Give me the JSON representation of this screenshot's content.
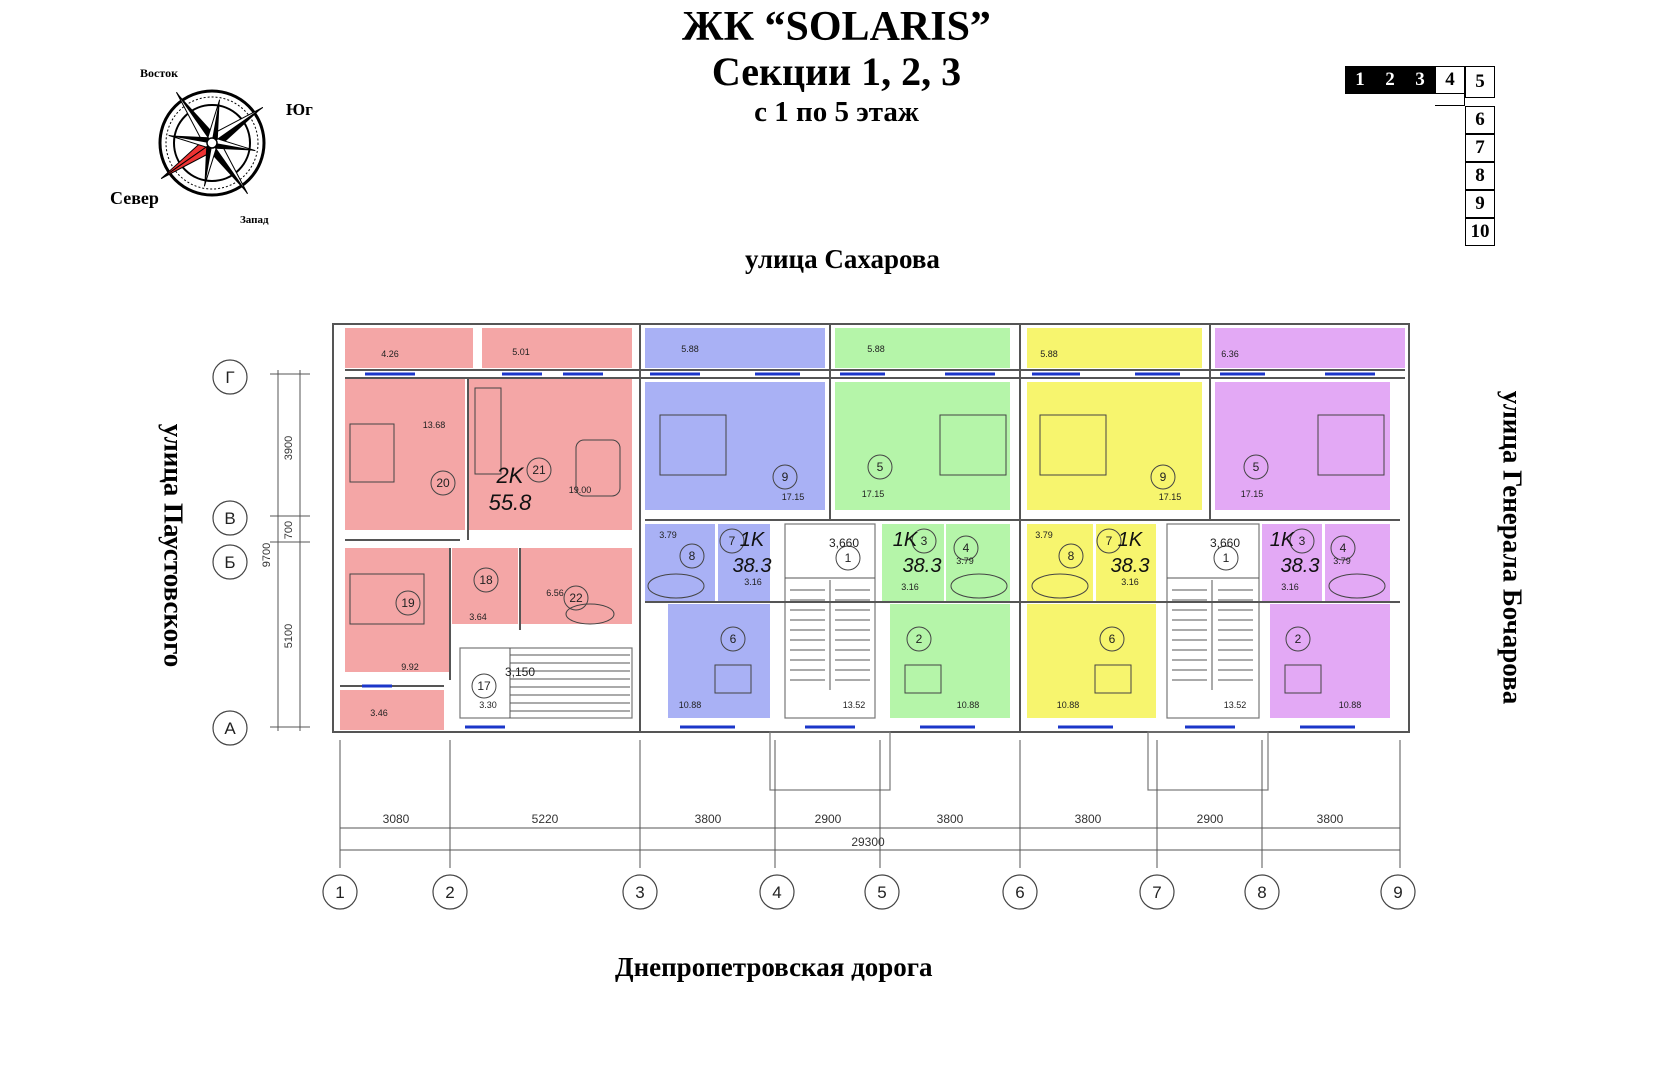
{
  "title": {
    "line1": "ЖК “SOLARIS”",
    "line2": "Секции 1, 2, 3",
    "line3": "с 1 по 5 этаж"
  },
  "compass": {
    "east": "Восток",
    "south": "Юг",
    "north": "Север",
    "west": "Запад"
  },
  "streets": {
    "top": "улица Сахарова",
    "left": "улица Паустовского",
    "right": "улица Генерала Бочарова",
    "bottom": "Днепропетровская дорога"
  },
  "sections": {
    "active": [
      "1",
      "2",
      "3"
    ],
    "row": [
      "1",
      "2",
      "3",
      "4",
      "5"
    ],
    "column": [
      "6",
      "7",
      "8",
      "9",
      "10"
    ]
  },
  "colors": {
    "pink": "#f4a6a6",
    "blue": "#a9b1f5",
    "green": "#b5f5a9",
    "yellow": "#f7f56e",
    "violet": "#e3a9f5"
  },
  "plan": {
    "axes_letters": [
      "Г",
      "В",
      "Б",
      "А"
    ],
    "axes_numbers": [
      "1",
      "2",
      "3",
      "4",
      "5",
      "6",
      "7",
      "8",
      "9"
    ],
    "vertical_dims": [
      "3900",
      "700",
      "5100",
      "9700"
    ],
    "horizontal_dims": [
      "3080",
      "5220",
      "3800",
      "2900",
      "3800",
      "3800",
      "2900",
      "3800"
    ],
    "total_dim": "29300",
    "stair_levels": [
      "3,150",
      "3,660",
      "3,660"
    ],
    "apartments": [
      {
        "type": "2K",
        "area": "55.8"
      },
      {
        "type": "1K",
        "area": "38.3"
      },
      {
        "type": "1K",
        "area": "38.3"
      },
      {
        "type": "1K",
        "area": "38.3"
      },
      {
        "type": "1K",
        "area": "38.3"
      }
    ],
    "rooms": {
      "pink": [
        {
          "num": "20",
          "area": "13.68"
        },
        {
          "num": "21",
          "area": "19.00"
        },
        {
          "num": "19",
          "area": "9.92"
        },
        {
          "num": "18",
          "area": "3.64"
        },
        {
          "num": "22",
          "area": "6.56"
        }
      ],
      "balconies": [
        "4.26",
        "5.01",
        "5.88",
        "5.88",
        "5.88",
        "6.36"
      ],
      "lower_balcony": "3.46",
      "stair_pink": {
        "num": "17",
        "area": "3.30"
      },
      "blue": [
        {
          "num": "9",
          "area": "17.15"
        },
        {
          "num": "8",
          "area": "3.79"
        },
        {
          "num": "7",
          "area": "3.16"
        },
        {
          "num": "6",
          "area": "10.88"
        }
      ],
      "stair_mid": {
        "num": "1",
        "area": "13.52"
      },
      "green": [
        {
          "num": "5",
          "area": "17.15"
        },
        {
          "num": "3",
          "area": "3.16"
        },
        {
          "num": "4",
          "area": "3.79"
        },
        {
          "num": "2",
          "area": "10.88"
        }
      ],
      "yellow": [
        {
          "num": "9",
          "area": "17.15"
        },
        {
          "num": "8",
          "area": "3.79"
        },
        {
          "num": "7",
          "area": "3.16"
        },
        {
          "num": "6",
          "area": "10.88"
        }
      ],
      "stair_right": {
        "num": "1",
        "area": "13.52"
      },
      "violet": [
        {
          "num": "5",
          "area": "17.15"
        },
        {
          "num": "3",
          "area": "3.16"
        },
        {
          "num": "4",
          "area": "3.79"
        },
        {
          "num": "2",
          "area": "10.88"
        }
      ]
    }
  }
}
